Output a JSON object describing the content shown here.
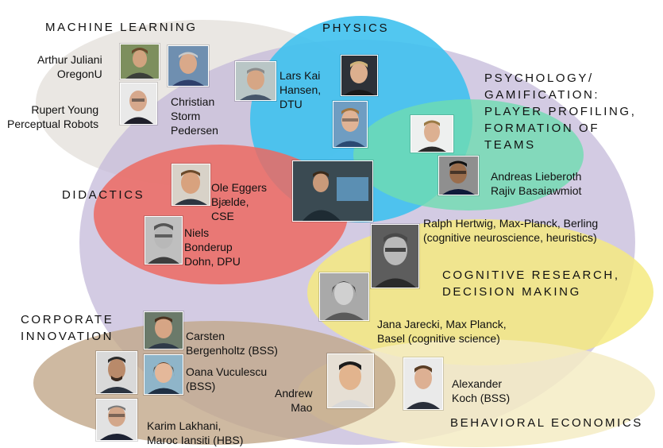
{
  "fields": {
    "machine_learning": "MACHINE LEARNING",
    "physics": "PHYSICS",
    "psychology": "PSYCHOLOGY/\nGAMIFICATION:\nPLAYER PROFILING,\nFORMATION OF\nTEAMS",
    "didactics": "DIDACTICS",
    "cognitive": "COGNITIVE RESEARCH,\nDECISION MAKING",
    "corporate": "CORPORATE\nINNOVATION",
    "behavioral": "BEHAVIORAL ECONOMICS"
  },
  "colors": {
    "machine_learning": "#d9d3cc",
    "physics": "#3fc1ee",
    "psychology": "#6fdcb0",
    "didactics": "#ec6a62",
    "cognitive": "#f4ea80",
    "corporate": "#c2a88a",
    "behavioral": "#f4ecc4",
    "center": "#c4b9d9"
  },
  "people": {
    "juliani": "Arthur Juliani\nOregonU",
    "young": "Rupert Young\nPerceptual Robots",
    "pedersen": "Christian\nStorm\nPedersen",
    "hansen": "Lars Kai\nHansen,\nDTU",
    "lieberoth": "Andreas Lieberoth\nRajiv Basaiawmiot",
    "bjaelde": "Ole Eggers\nBjælde,\nCSE",
    "dohn": "Niels\nBonderup\nDohn, DPU",
    "hertwig": "Ralph Hertwig, Max-Planck, Berling\n(cognitive neuroscience, heuristics)",
    "jarecki": "Jana Jarecki, Max Planck,\nBasel (cognitive science)",
    "bergenholtz": "Carsten\nBergenholtz (BSS)",
    "vuculescu": "Oana Vuculescu\n(BSS)",
    "mao": "Andrew\nMao",
    "koch": "Alexander\nKoch (BSS)",
    "lakhani": "Karim Lakhani,\nMaroc Iansiti (HBS)"
  }
}
